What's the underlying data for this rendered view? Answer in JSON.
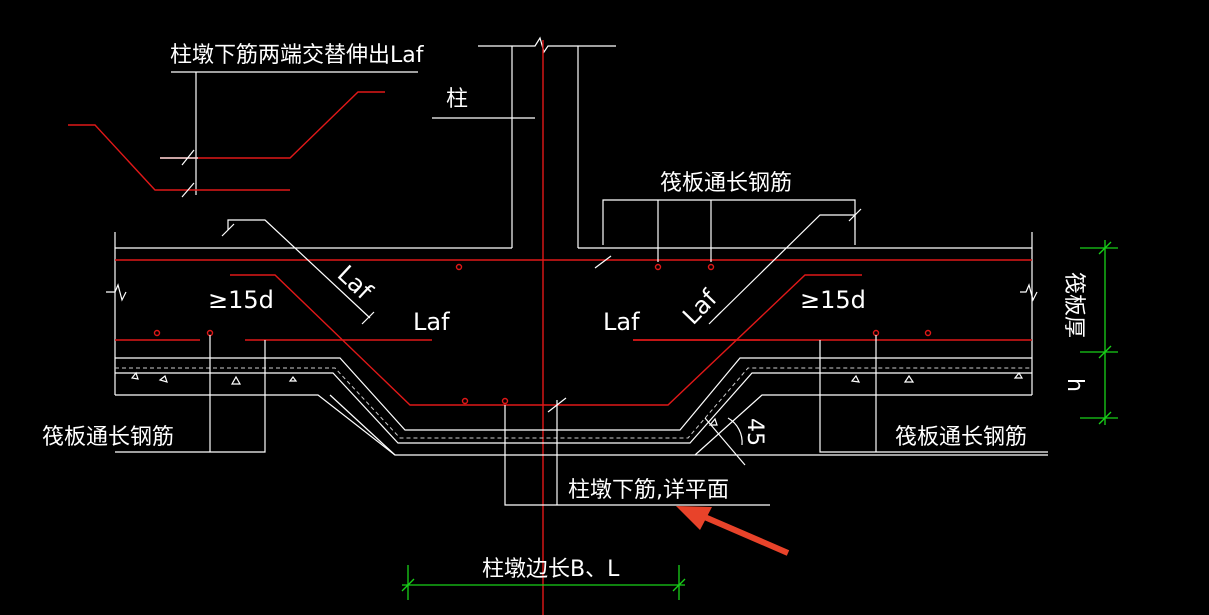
{
  "labels": {
    "dowel_note": "柱墩下筋两端交替伸出Laf",
    "column": "柱",
    "raft_rebar_top": "筏板通长钢筋",
    "raft_rebar_left": "筏板通长钢筋",
    "raft_rebar_right": "筏板通长钢筋",
    "ge15d_left": "≥15d",
    "ge15d_right": "≥15d",
    "laf_left_diag": "Laf",
    "laf_left": "Laf",
    "laf_right": "Laf",
    "laf_right_diag": "Laf",
    "pier_bottom_rebar": "柱墩下筋,详平面",
    "pier_side": "柱墩边长B、L",
    "raft_thickness": "筏板厚",
    "h": "h",
    "angle": "45"
  },
  "colors": {
    "background": "#000000",
    "line_white": "#ffffff",
    "rebar_red": "#e01818",
    "dimension_green": "#18d018",
    "pointer_arrow": "#e8432a"
  }
}
